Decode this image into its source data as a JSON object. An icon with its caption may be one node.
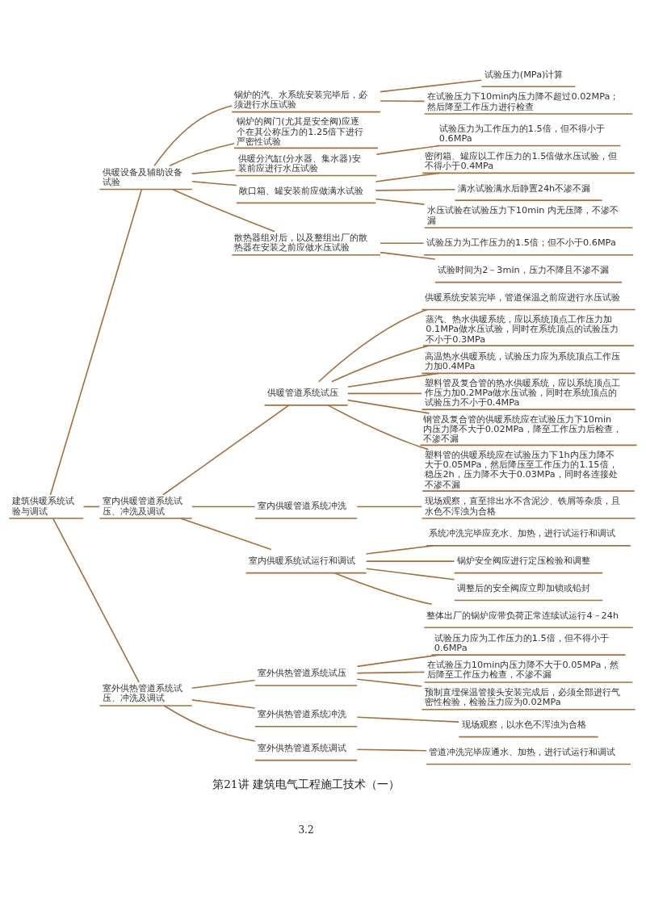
{
  "diagram": {
    "nodes": [
      {
        "text": [
          "建筑供暖系统试验与调试"
        ]
      },
      {
        "text": [
          "供暖设备及辅助设备试验"
        ]
      },
      {
        "text": [
          "锅炉的汽、水系统安装完毕后，必须进行水压试验"
        ]
      },
      {
        "text": [
          "试验压力(MPa)计算"
        ]
      },
      {
        "text": [
          "在试验压力下10min内压力降不超过0.02MPa；然后降至工作压力进行检查"
        ]
      },
      {
        "text": [
          "锅炉的阀门(尤其是安全阀)应逐个在其公称压力的1.25倍下进行严密性试验"
        ]
      },
      {
        "text": [
          "供暖分汽缸(分水器、集水器)安装前应进行水压试验"
        ]
      },
      {
        "text": [
          "试验压力为工作压力的1.5倍，但不得小于0.6MPa"
        ]
      },
      {
        "text": [
          "敞口箱、罐安装前应做满水试验"
        ]
      },
      {
        "text": [
          "密闭箱、罐应以工作压力的1.5倍做水压试验，但不得小于0.4MPa"
        ]
      },
      {
        "text": [
          "满水试验满水后静置24h不渗不漏"
        ]
      },
      {
        "text": [
          "水压试验在试验压力下10min 内无压降，不渗不漏"
        ]
      },
      {
        "text": [
          "散热器组对后，以及整组出厂的散热器在安装之前应做水压试验"
        ]
      },
      {
        "text": [
          "试验压力为工作压力的1.5倍；但不小于0.6MPa"
        ]
      },
      {
        "text": [
          "试验时间为2－3min，压力不降且不渗不漏"
        ]
      },
      {
        "text": [
          "室内供暖管道系统试压、冲洗及调试"
        ]
      },
      {
        "text": [
          "供暖管道系统试压"
        ]
      },
      {
        "text": [
          "供暖系统安装完毕，管道保温之前应进行水压试验"
        ]
      },
      {
        "text": [
          "蒸汽、热水供暖系统，应以系统顶点工作压力加0.1MPa做水压试验，同时在系统顶点的试验压力不小于0.3MPa"
        ]
      },
      {
        "text": [
          "高温热水供暖系统，试验压力应为系统顶点工作压力加0.4MPa"
        ]
      },
      {
        "text": [
          "塑料管及复合管的热水供暖系统，应以系统顶点工作压力加0.2MPa做水压试验，同时在系统顶点的试验压力不小于0.4MPa"
        ]
      },
      {
        "text": [
          "钢管及复合管的供暖系统应在试验压力下10min内压力降不大于0.02MPa，降至工作压力后检查，不渗不漏"
        ]
      },
      {
        "text": [
          "塑料管的供暖系统应在试验压力下1h内压力降不大于0.05MPa，然后降压至工作压力的1.15倍，稳压2h，压力降不大于0.03MPa，同时各连接处不渗不漏"
        ]
      },
      {
        "text": [
          "室内供暖管道系统冲洗"
        ]
      },
      {
        "text": [
          "现场观察，直至排出水不含泥沙、铁屑等杂质，且水色不浑浊为合格"
        ]
      },
      {
        "text": [
          "室内供暖系统试运行和调试"
        ]
      },
      {
        "text": [
          "系统冲洗完毕应充水、加热，进行试运行和调试"
        ]
      },
      {
        "text": [
          "锅炉安全阀应进行定压检验和调整"
        ]
      },
      {
        "text": [
          "调整后的安全阀应立即加锁或铅封"
        ]
      },
      {
        "text": [
          "整体出厂的锅炉应带负荷正常连续试运行4－24h"
        ]
      },
      {
        "text": [
          "室外供热管道系统试压、冲洗及调试"
        ]
      },
      {
        "text": [
          "室外供热管道系统试压"
        ]
      },
      {
        "text": [
          "试验压力应为工作压力的1.5倍，但不得小于0.6MPa"
        ]
      },
      {
        "text": [
          "在试验压力10min内压力降不大于0.05MPa，然后降至工作压力检查，不渗不漏"
        ]
      },
      {
        "text": [
          "预制直埋保温管接头安装完成后，必须全部进行气密性检验，检验压力应为0.02MPa"
        ]
      },
      {
        "text": [
          "室外供热管道系统冲洗"
        ]
      },
      {
        "text": [
          "现场观察，以水色不浑浊为合格"
        ]
      },
      {
        "text": [
          "室外供热管道系统调试"
        ]
      },
      {
        "text": [
          "管道冲洗完毕应通水、加热，进行试运行和调试"
        ]
      }
    ],
    "edges": [
      {
        "from": 0,
        "to": 1,
        "arrow": "none"
      },
      {
        "from": 1,
        "to": 2,
        "arrow": "none"
      },
      {
        "from": 2,
        "to": 3,
        "arrow": "none"
      },
      {
        "from": 2,
        "to": 4,
        "arrow": "none"
      },
      {
        "from": 1,
        "to": 5,
        "arrow": "none"
      },
      {
        "from": 1,
        "to": 6,
        "arrow": "none"
      },
      {
        "from": 6,
        "to": 7,
        "arrow": "none"
      },
      {
        "from": 1,
        "to": 8,
        "arrow": "none"
      },
      {
        "from": 8,
        "to": 9,
        "arrow": "none"
      },
      {
        "from": 8,
        "to": 10,
        "arrow": "none"
      },
      {
        "from": 8,
        "to": 11,
        "arrow": "none"
      },
      {
        "from": 1,
        "to": 12,
        "arrow": "none"
      },
      {
        "from": 12,
        "to": 13,
        "arrow": "none"
      },
      {
        "from": 12,
        "to": 14,
        "arrow": "none"
      },
      {
        "from": 0,
        "to": 15,
        "arrow": "none"
      },
      {
        "from": 15,
        "to": 16,
        "arrow": "none"
      },
      {
        "from": 16,
        "to": 17,
        "arrow": "none"
      },
      {
        "from": 16,
        "to": 18,
        "arrow": "none"
      },
      {
        "from": 16,
        "to": 19,
        "arrow": "none"
      },
      {
        "from": 16,
        "to": 20,
        "arrow": "none"
      },
      {
        "from": 16,
        "to": 21,
        "arrow": "none"
      },
      {
        "from": 16,
        "to": 22,
        "arrow": "none"
      },
      {
        "from": 15,
        "to": 23,
        "arrow": "none"
      },
      {
        "from": 23,
        "to": 24,
        "arrow": "none"
      },
      {
        "from": 15,
        "to": 25,
        "arrow": "none"
      },
      {
        "from": 25,
        "to": 26,
        "arrow": "none"
      },
      {
        "from": 25,
        "to": 27,
        "arrow": "none"
      },
      {
        "from": 25,
        "to": 28,
        "arrow": "none"
      },
      {
        "from": 25,
        "to": 29,
        "arrow": "none"
      },
      {
        "from": 0,
        "to": 30,
        "arrow": "none"
      },
      {
        "from": 30,
        "to": 31,
        "arrow": "none"
      },
      {
        "from": 31,
        "to": 32,
        "arrow": "none"
      },
      {
        "from": 31,
        "to": 33,
        "arrow": "none"
      },
      {
        "from": 31,
        "to": 34,
        "arrow": "none"
      },
      {
        "from": 30,
        "to": 35,
        "arrow": "none"
      },
      {
        "from": 35,
        "to": 36,
        "arrow": "none"
      },
      {
        "from": 30,
        "to": 37,
        "arrow": "none"
      },
      {
        "from": 37,
        "to": 38,
        "arrow": "none"
      }
    ],
    "labels": [
      "第21讲 建筑电气工程施工技术（一）",
      "3.2"
    ]
  }
}
